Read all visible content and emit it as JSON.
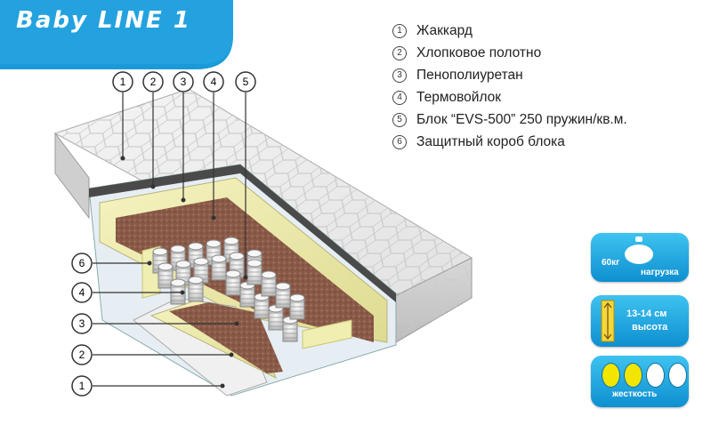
{
  "title": "Baby LINE 1",
  "legend": [
    {
      "num": "1",
      "label": "Жаккард"
    },
    {
      "num": "2",
      "label": "Хлопковое полотно"
    },
    {
      "num": "3",
      "label": "Пенополиуретан"
    },
    {
      "num": "4",
      "label": "Термовойлок"
    },
    {
      "num": "5",
      "label": "Блок “EVS-500” 250 пружин/кв.м."
    },
    {
      "num": "6",
      "label": "Защитный короб блока"
    }
  ],
  "callouts_top": [
    "1",
    "2",
    "3",
    "4",
    "5"
  ],
  "callouts_left": [
    "6",
    "4",
    "3",
    "2",
    "1"
  ],
  "badges": {
    "load": {
      "weight": "60кг",
      "label": "нагрузка"
    },
    "height": {
      "value": "13-14 см",
      "label": "высота"
    },
    "firmness": {
      "label": "жесткость",
      "level": 2,
      "of": 4
    }
  },
  "colors": {
    "brand_blue": "#1a9ad8",
    "badge_blue": "#22a8e6",
    "firmness_on": "#f2e600"
  }
}
